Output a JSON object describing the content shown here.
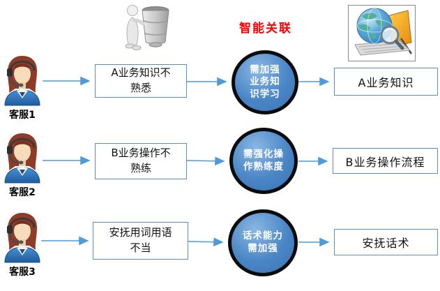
{
  "diagram": {
    "title": {
      "text": "智能关联",
      "color": "#ff0000"
    },
    "rows": [
      {
        "agent": "客服1",
        "issue": {
          "full": "A业务知识不熟悉",
          "lines": [
            "A业务知识不",
            "熟悉"
          ]
        },
        "need": {
          "full": "需加强业务知识学习",
          "lines": [
            "需加强",
            "业务知",
            "识学习"
          ]
        },
        "resource": "A业务知识"
      },
      {
        "agent": "客服2",
        "issue": {
          "full": "B业务操作不熟练",
          "lines": [
            "B业务操作不",
            "熟练"
          ]
        },
        "need": {
          "full": "需强化操作熟练度",
          "lines": [
            "需强化操",
            "作熟练度"
          ]
        },
        "resource": "B业务操作流程"
      },
      {
        "agent": "客服3",
        "issue": {
          "full": "安抚用词用语不当",
          "lines": [
            "安抚用词用语",
            "不当"
          ]
        },
        "need": {
          "full": "话术能力需加强",
          "lines": [
            "话术能力",
            "需加强"
          ]
        },
        "resource": "安抚话术"
      }
    ],
    "icons": {
      "top_left": "person-with-bucket-icon",
      "top_right": "globe-search-laptop-icon",
      "agent": "female-agent-headset-icon"
    },
    "colors": {
      "arrow": "#4f9bd8",
      "box_border": "#5b8dc8",
      "circle_fill": "#4178bd",
      "circle_border": "#0b0b0b",
      "circle_text": "#ffffff",
      "title": "#ff0000",
      "background": "#ffffff"
    }
  }
}
